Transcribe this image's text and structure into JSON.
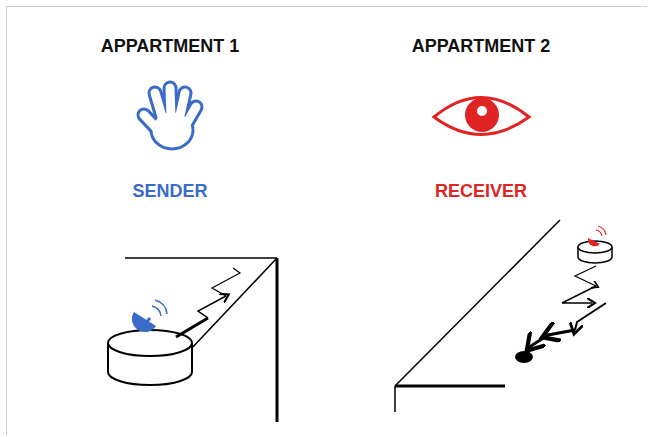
{
  "diagram": {
    "labels": [
      "APPARTMENT 1",
      "SENDER",
      "APPARTMENT 2",
      "RECEIVER"
    ]
  }
}
